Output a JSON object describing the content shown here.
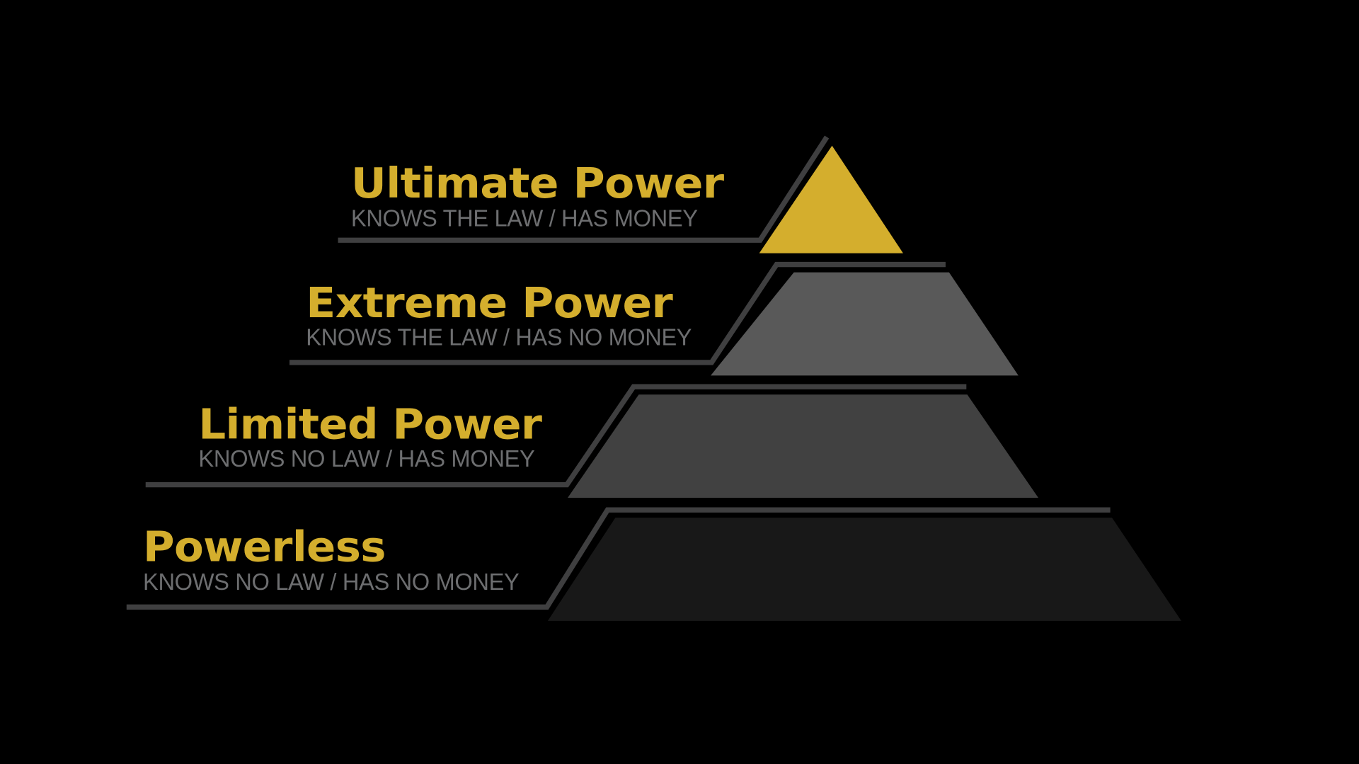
{
  "diagram": {
    "type": "pyramid",
    "colors": {
      "background": "#000000",
      "accent_gold": "#d4ae2d",
      "outline_gray": "#3f3f40",
      "subtitle_gray": "#6d6e70"
    },
    "tiers": [
      {
        "title": "Ultimate Power",
        "subtitle": "KNOWS THE LAW / HAS MONEY",
        "fill": "#d4ae2d"
      },
      {
        "title": "Extreme Power",
        "subtitle": "KNOWS THE LAW / HAS NO MONEY",
        "fill": "#595959"
      },
      {
        "title": "Limited Power",
        "subtitle": "KNOWS NO LAW / HAS MONEY",
        "fill": "#414141"
      },
      {
        "title": "Powerless",
        "subtitle": "KNOWS NO LAW / HAS NO MONEY",
        "fill": "#181818"
      }
    ]
  }
}
